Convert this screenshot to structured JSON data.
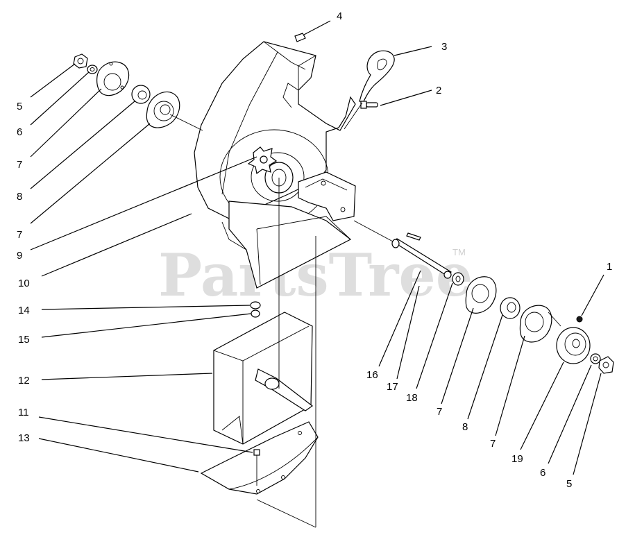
{
  "watermark": {
    "text": "PartsTree",
    "trademark": "TM"
  },
  "callouts": [
    {
      "id": "c1",
      "label": "1"
    },
    {
      "id": "c2",
      "label": "2"
    },
    {
      "id": "c3",
      "label": "3"
    },
    {
      "id": "c4",
      "label": "4"
    },
    {
      "id": "c5a",
      "label": "5"
    },
    {
      "id": "c6a",
      "label": "6"
    },
    {
      "id": "c7a",
      "label": "7"
    },
    {
      "id": "c8a",
      "label": "8"
    },
    {
      "id": "c7b",
      "label": "7"
    },
    {
      "id": "c9",
      "label": "9"
    },
    {
      "id": "c10",
      "label": "10"
    },
    {
      "id": "c14",
      "label": "14"
    },
    {
      "id": "c15",
      "label": "15"
    },
    {
      "id": "c12",
      "label": "12"
    },
    {
      "id": "c11",
      "label": "11"
    },
    {
      "id": "c13",
      "label": "13"
    },
    {
      "id": "c16",
      "label": "16"
    },
    {
      "id": "c17",
      "label": "17"
    },
    {
      "id": "c18",
      "label": "18"
    },
    {
      "id": "c7c",
      "label": "7"
    },
    {
      "id": "c8b",
      "label": "8"
    },
    {
      "id": "c7d",
      "label": "7"
    },
    {
      "id": "c19",
      "label": "19"
    },
    {
      "id": "c6b",
      "label": "6"
    },
    {
      "id": "c5b",
      "label": "5"
    }
  ]
}
